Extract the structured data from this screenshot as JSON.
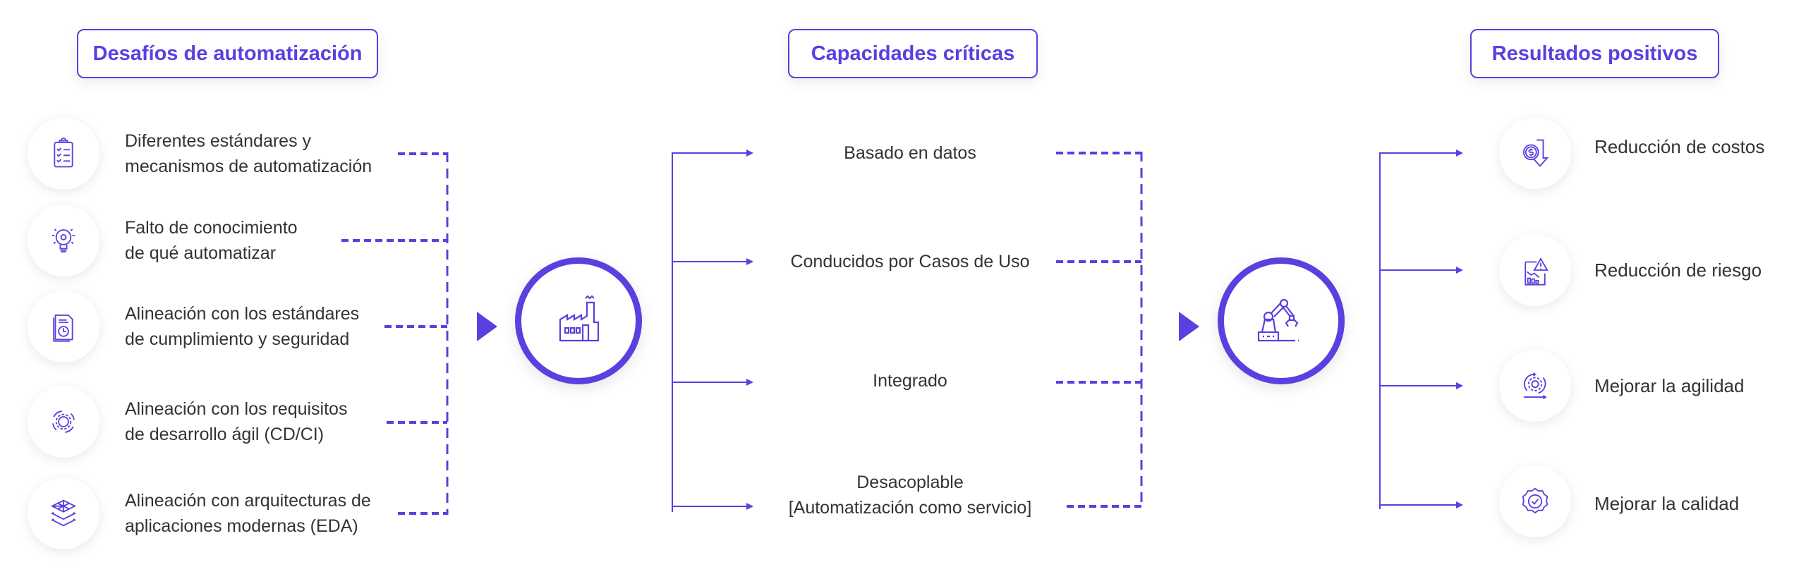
{
  "colors": {
    "accent": "#5b3fe0",
    "text": "#333333"
  },
  "headers": {
    "challenges": "Desafíos de automatización",
    "capabilities": "Capacidades críticas",
    "results": "Resultados positivos"
  },
  "challenges": [
    {
      "icon": "checklist-icon",
      "line1": "Diferentes estándares y",
      "line2": "mecanismos de automatización"
    },
    {
      "icon": "lightbulb-gear-icon",
      "line1": "Falto de conocimiento",
      "line2": "de qué automatizar"
    },
    {
      "icon": "document-clock-icon",
      "line1": "Alineación con los estándares",
      "line2": "de cumplimiento y seguridad"
    },
    {
      "icon": "gear-cycle-icon",
      "line1": "Alineación con los requisitos",
      "line2": "de desarrollo ágil (CD/CI)"
    },
    {
      "icon": "layers-grid-icon",
      "line1": "Alineación con arquitecturas de",
      "line2": "aplicaciones modernas (EDA)"
    }
  ],
  "center_icons": {
    "left": "factory-icon",
    "right": "robot-arm-icon"
  },
  "capabilities": [
    {
      "line1": "Basado en datos"
    },
    {
      "line1": "Conducidos por Casos de Uso"
    },
    {
      "line1": "Integrado"
    },
    {
      "line1": "Desacoplable",
      "line2": "[Automatización como servicio]"
    }
  ],
  "results": [
    {
      "icon": "dollar-down-icon",
      "label": "Reducción de costos"
    },
    {
      "icon": "risk-chart-icon",
      "label": "Reducción de riesgo"
    },
    {
      "icon": "agile-gear-icon",
      "label": "Mejorar la agilidad"
    },
    {
      "icon": "quality-badge-icon",
      "label": "Mejorar la calidad"
    }
  ]
}
